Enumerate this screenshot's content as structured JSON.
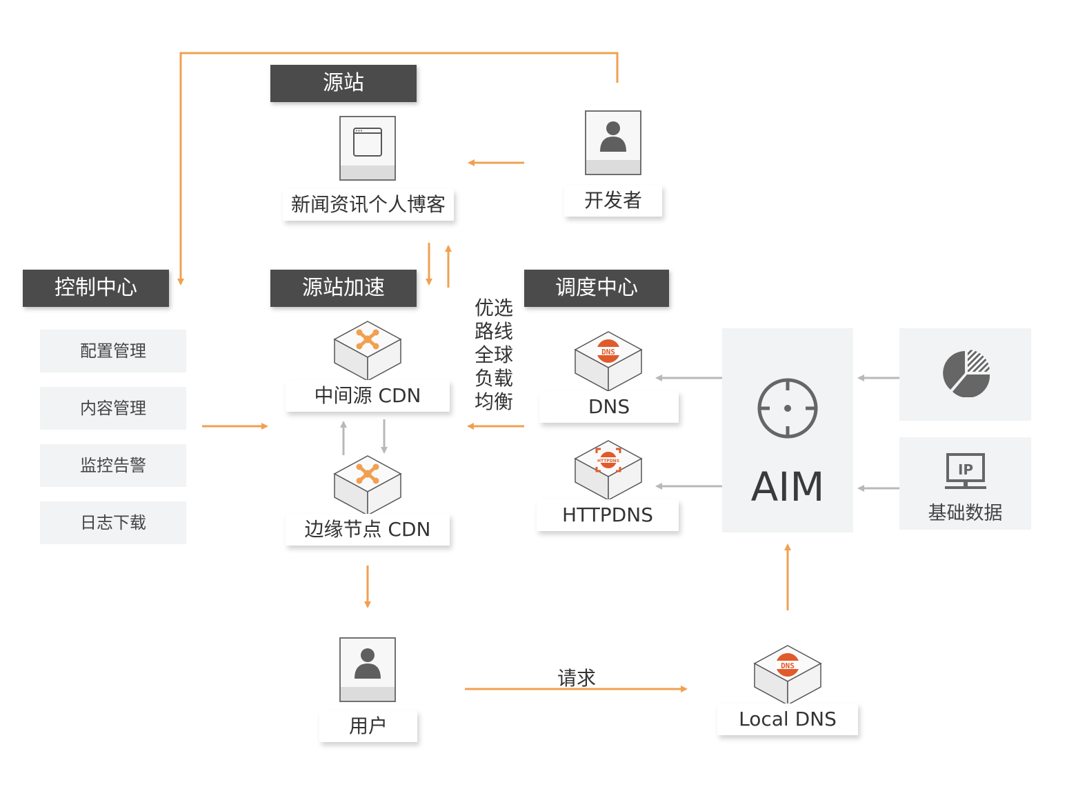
{
  "colors": {
    "accent_orange": "#f0a050",
    "title_bar": "#4b4b4b",
    "gray_arrow": "#b8b8b8",
    "dns_red": "#e05a2b",
    "node_orange": "#f0a050"
  },
  "panels": {
    "origin": {
      "title": "源站",
      "icon": "browser-window-icon",
      "label": "新闻资讯个人博客"
    },
    "developer": {
      "icon": "user-icon",
      "label": "开发者"
    },
    "control_center": {
      "title": "控制中心",
      "items": [
        {
          "label": "配置管理"
        },
        {
          "label": "内容管理"
        },
        {
          "label": "监控告警"
        },
        {
          "label": "日志下载"
        }
      ]
    },
    "origin_acceleration": {
      "title": "源站加速",
      "mid_node": {
        "icon": "cdn-node-icon",
        "label": "中间源 CDN"
      },
      "edge_node": {
        "icon": "cdn-node-icon",
        "label": "边缘节点 CDN"
      }
    },
    "scheduling_center": {
      "title": "调度中心",
      "dns": {
        "icon": "dns-icon",
        "label": "DNS"
      },
      "httpdns": {
        "icon": "httpdns-icon",
        "label": "HTTPDNS"
      },
      "aim": {
        "icon": "crosshair-icon",
        "label": "AIM"
      },
      "stats": {
        "icon": "pie-chart-icon"
      },
      "base_data": {
        "icon": "ip-monitor-icon",
        "icon_text": "IP",
        "label": "基础数据"
      }
    },
    "user": {
      "icon": "user-icon",
      "label": "用户"
    },
    "local_dns": {
      "icon": "dns-icon",
      "label": "Local DNS"
    }
  },
  "edge_labels": {
    "routing": [
      "优选",
      "路线",
      "全球",
      "负载",
      "均衡"
    ],
    "request": "请求"
  },
  "dns_icon_text": "DNS",
  "httpdns_icon_text": "HTTPDNS"
}
